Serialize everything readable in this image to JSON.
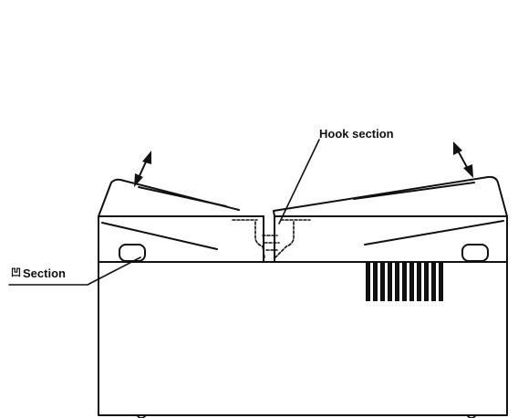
{
  "labels": {
    "hook_section": "Hook section",
    "section": "Section",
    "section_symbol": "凹"
  },
  "colors": {
    "ink": "#111111",
    "background": "#ffffff"
  }
}
